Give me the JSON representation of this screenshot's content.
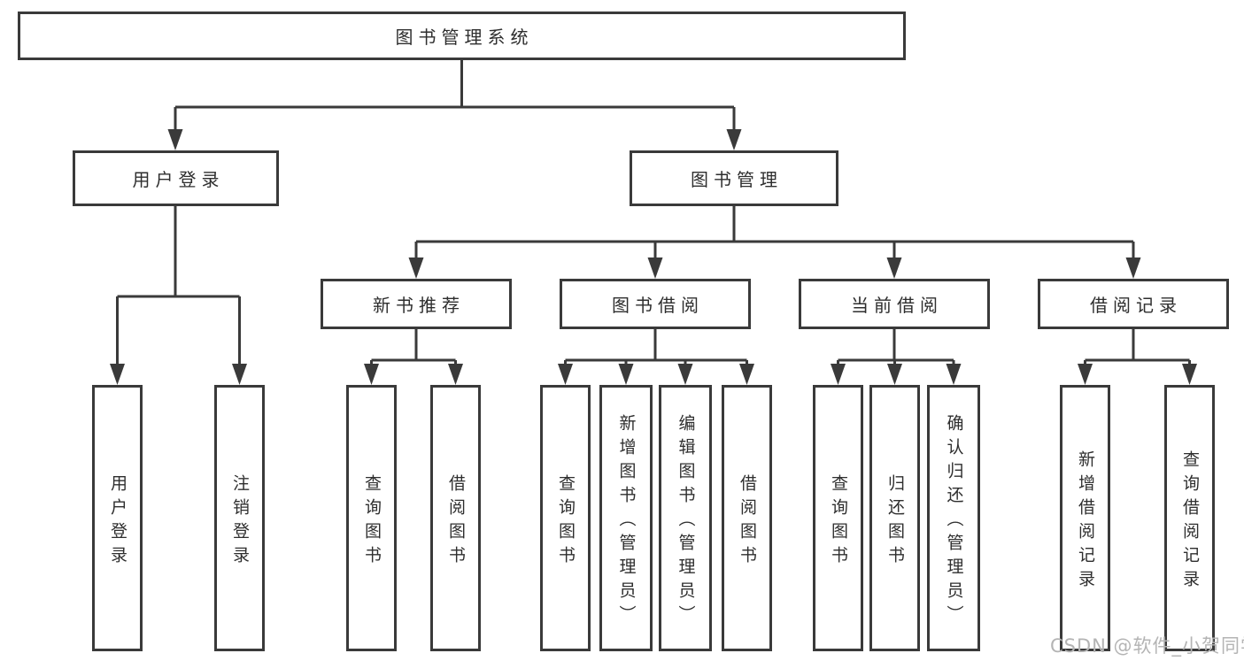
{
  "diagram": {
    "title": "图书管理系统",
    "branches": [
      {
        "label": "用户登录",
        "leaves": [
          {
            "label": "用户登录"
          },
          {
            "label": "注销登录"
          }
        ]
      },
      {
        "label": "图书管理",
        "groups": [
          {
            "label": "新书推荐",
            "leaves": [
              {
                "label": "查询图书"
              },
              {
                "label": "借阅图书"
              }
            ]
          },
          {
            "label": "图书借阅",
            "leaves": [
              {
                "label": "查询图书"
              },
              {
                "label": "新增图书（管理员）"
              },
              {
                "label": "编辑图书（管理员）"
              },
              {
                "label": "借阅图书"
              }
            ]
          },
          {
            "label": "当前借阅",
            "leaves": [
              {
                "label": "查询图书"
              },
              {
                "label": "归还图书"
              },
              {
                "label": "确认归还（管理员）"
              }
            ]
          },
          {
            "label": "借阅记录",
            "leaves": [
              {
                "label": "新增借阅记录"
              },
              {
                "label": "查询借阅记录"
              }
            ]
          }
        ]
      }
    ]
  },
  "watermark": "CSDN @软件_小贺同学",
  "colors": {
    "line": "#3a3a3a",
    "text": "#2e2e2e",
    "background": "#ffffff",
    "watermark": "#b4b4b4"
  }
}
